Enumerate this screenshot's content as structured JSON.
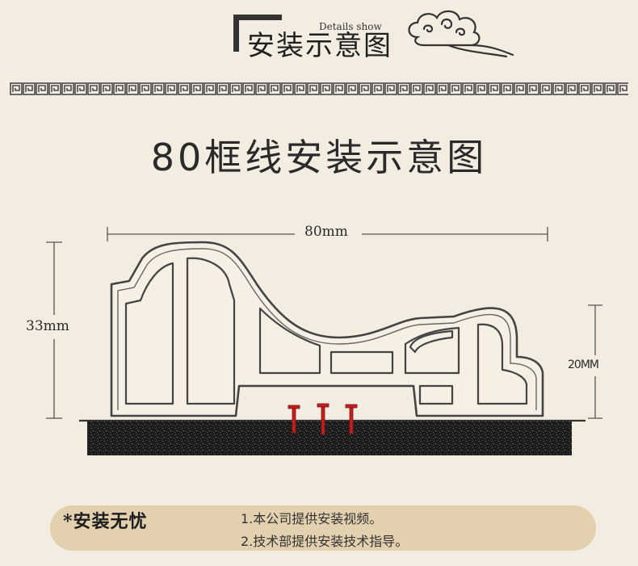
{
  "header": {
    "title": "安装示意图",
    "subtitle": "Details show"
  },
  "diagram": {
    "title": "80框线安装示意图",
    "width_label": "80mm",
    "height_label": "33mm",
    "base_label": "20MM"
  },
  "info": {
    "title": "*安装无忧",
    "lines": [
      "1.本公司提供安装视频。",
      "2.技术部提供安装技术指导。"
    ]
  },
  "colors": {
    "background": "#f2ece1",
    "bar": "#e2d0ae",
    "nail": "#c02020",
    "outline": "#444444"
  },
  "icons": [
    "cloud-icon",
    "nail-icon"
  ]
}
